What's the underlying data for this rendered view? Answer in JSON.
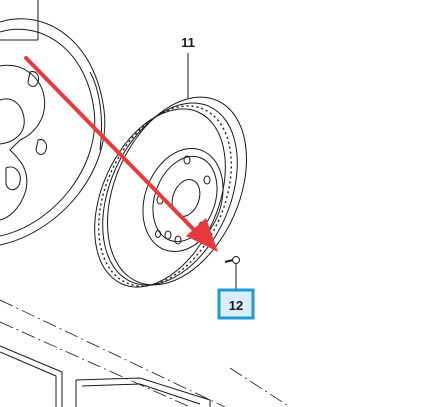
{
  "diagram": {
    "callouts": [
      {
        "id": "disc",
        "label": "11"
      },
      {
        "id": "screw",
        "label": "12",
        "highlighted": true
      }
    ],
    "colors": {
      "line": "#1a1a1a",
      "arrow": "#e8393f",
      "highlight_border": "#1e9ad6",
      "highlight_fill": "#d9eefa"
    }
  }
}
